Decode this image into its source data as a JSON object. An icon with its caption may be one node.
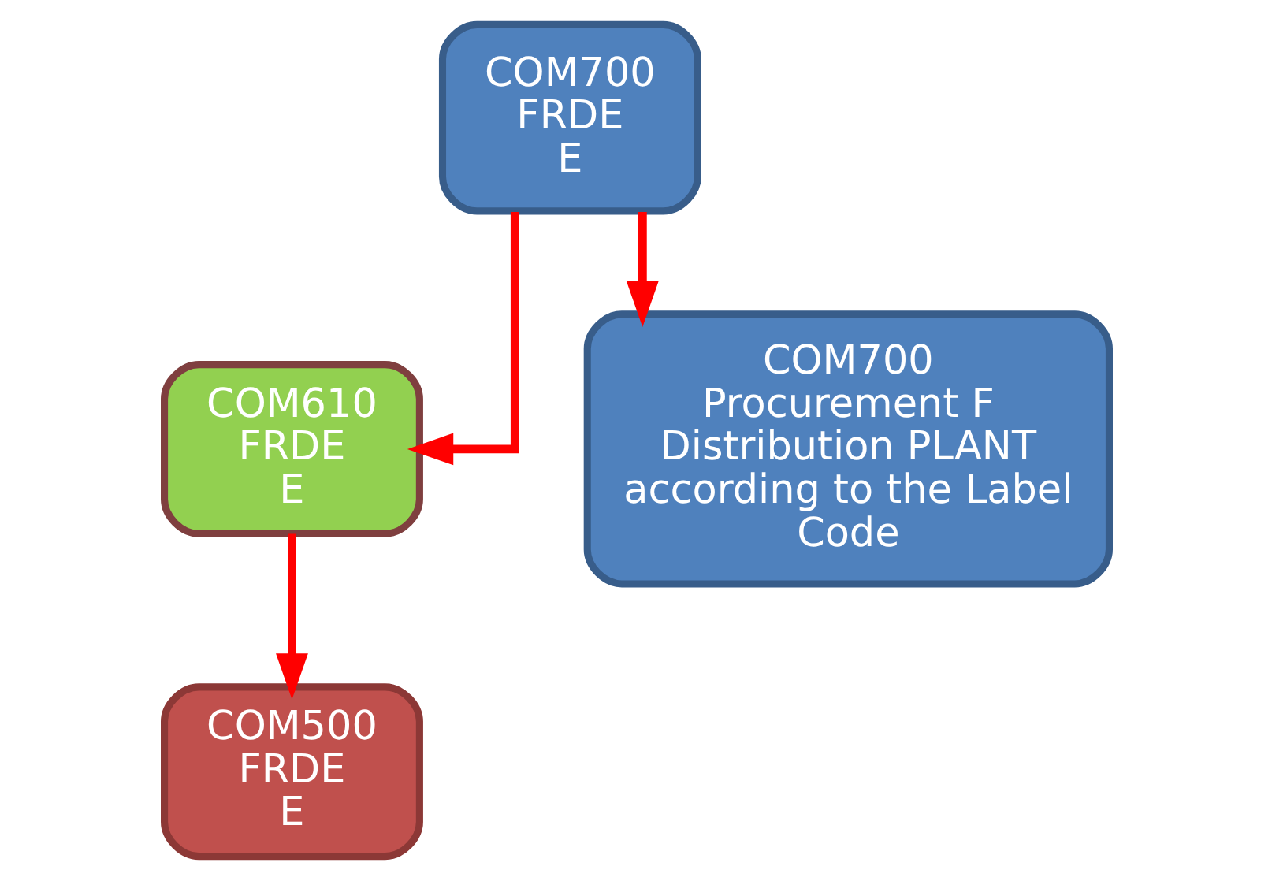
{
  "diagram": {
    "nodes": [
      {
        "text": [
          "COM700",
          "FRDE",
          "E"
        ]
      },
      {
        "text": [
          "COM610",
          "FRDE",
          "E"
        ]
      },
      {
        "text": [
          "COM500",
          "FRDE",
          "E"
        ]
      },
      {
        "text": [
          "COM700",
          "Procurement F",
          "Distribution PLANT according to the Label Code"
        ]
      }
    ],
    "edges": [
      {
        "from": 0,
        "to": 1,
        "arrow": "to"
      },
      {
        "from": 1,
        "to": 2,
        "arrow": "to"
      },
      {
        "from": 0,
        "to": 3,
        "arrow": "to"
      }
    ]
  }
}
